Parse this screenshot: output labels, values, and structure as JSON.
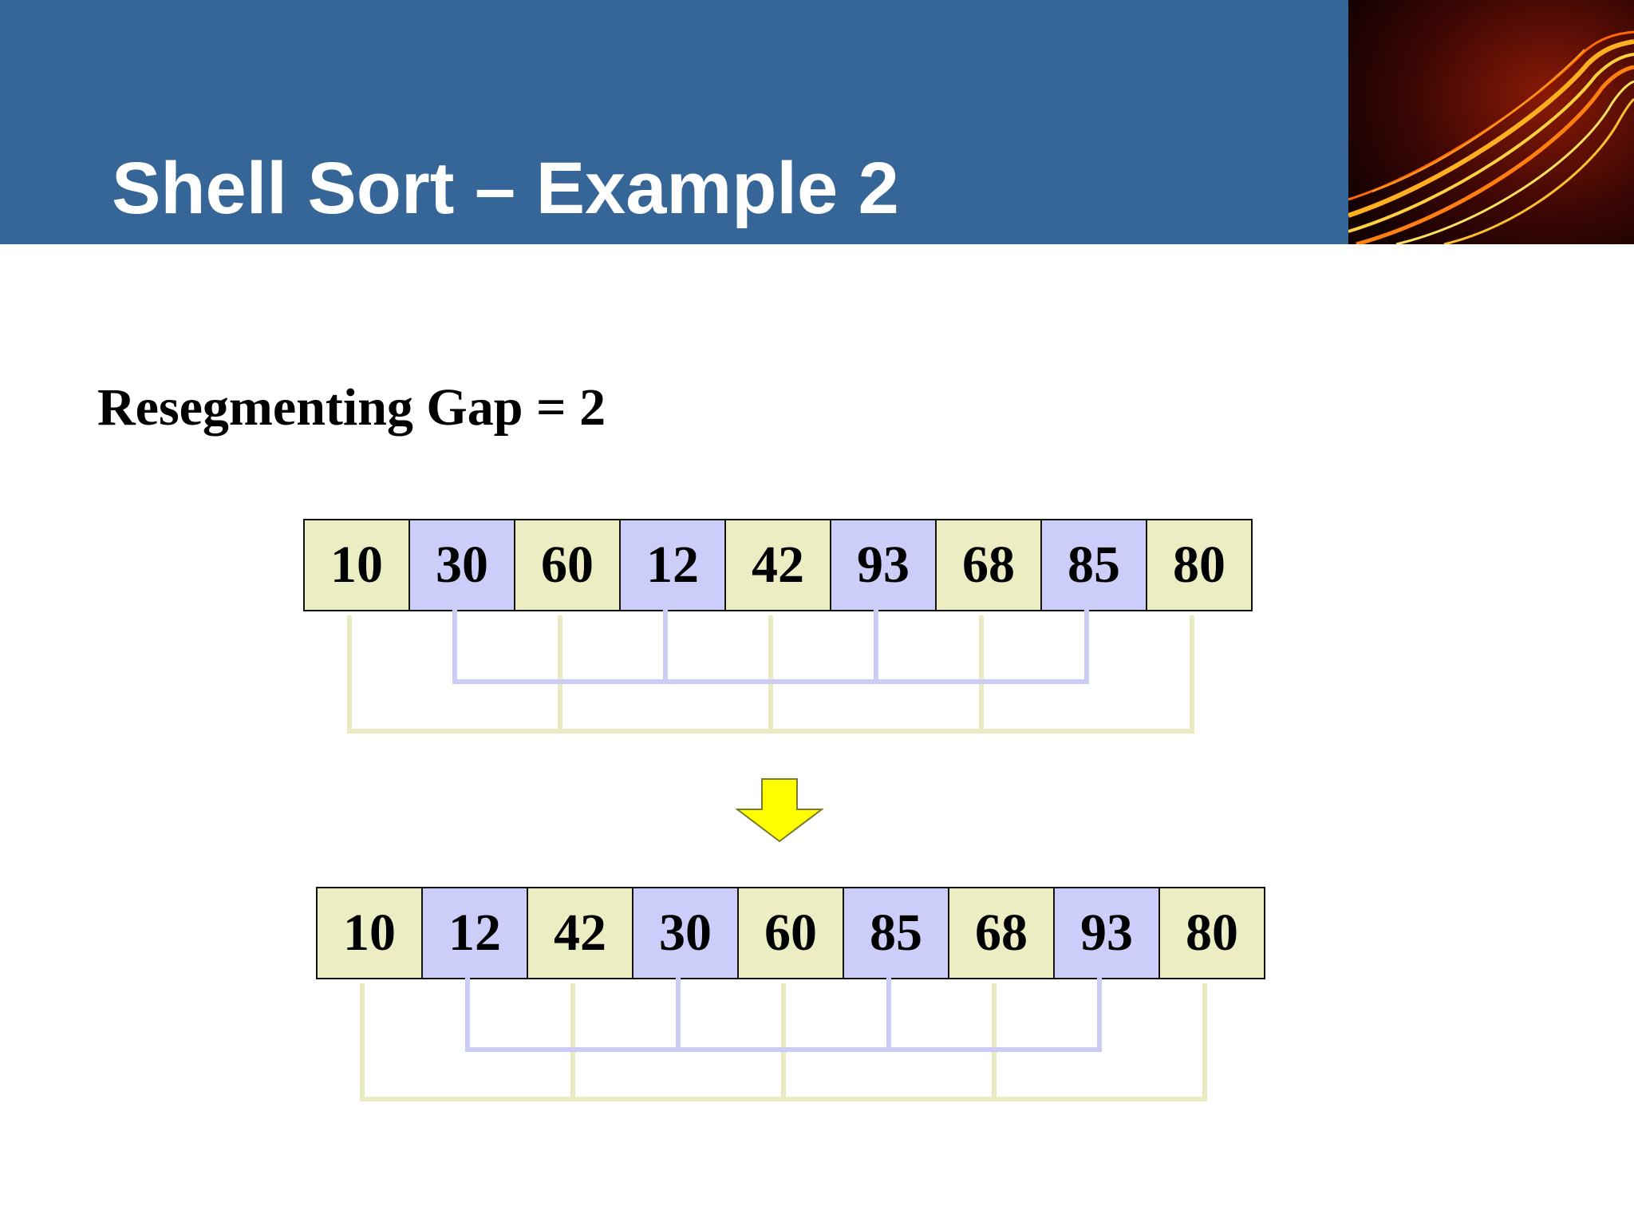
{
  "title": "Shell Sort – Example 2",
  "subtitle": "Resegmenting Gap = 2",
  "colors": {
    "header": "#356697",
    "even_group": "#ededc4",
    "odd_group": "#cdcdf9",
    "even_line": "#ebebc3",
    "odd_line": "#cbcbf4",
    "arrow": "#ffff00"
  },
  "before": {
    "values": [
      "10",
      "30",
      "60",
      "12",
      "42",
      "93",
      "68",
      "85",
      "80"
    ]
  },
  "after": {
    "values": [
      "10",
      "12",
      "42",
      "30",
      "60",
      "85",
      "68",
      "93",
      "80"
    ]
  },
  "arrow_icon": "down-arrow-icon",
  "header_image": "light-trails-road-image"
}
